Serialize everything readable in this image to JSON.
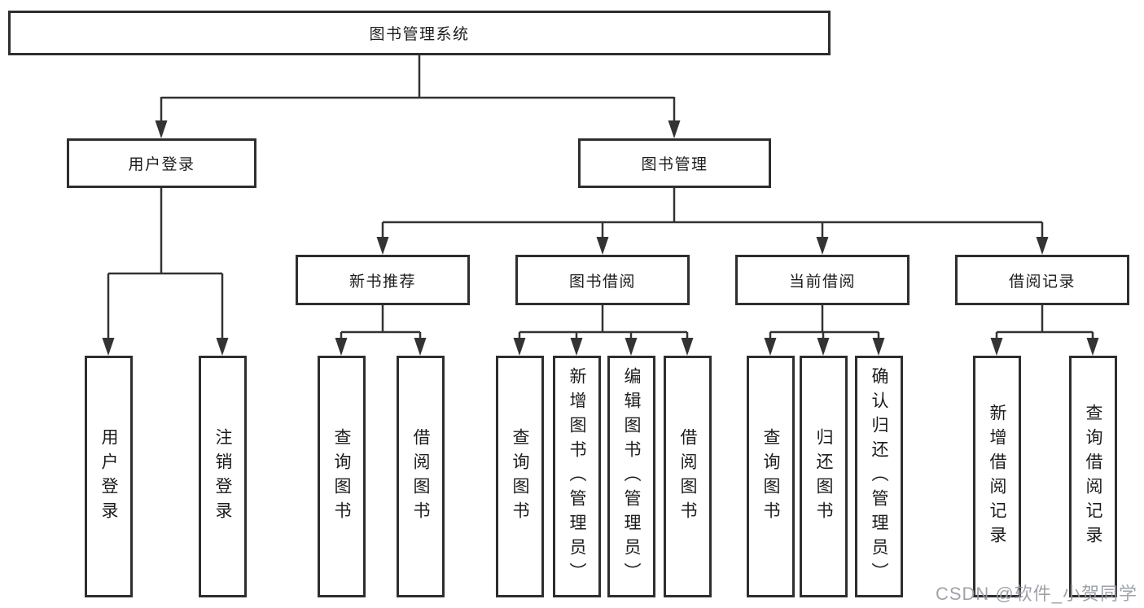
{
  "tree": {
    "label": "图书管理系统",
    "children": [
      {
        "label": "用户登录",
        "children": [
          {
            "label": "用户登录"
          },
          {
            "label": "注销登录"
          }
        ]
      },
      {
        "label": "图书管理",
        "children": [
          {
            "label": "新书推荐",
            "children": [
              {
                "label": "查询图书"
              },
              {
                "label": "借阅图书"
              }
            ]
          },
          {
            "label": "图书借阅",
            "children": [
              {
                "label": "查询图书"
              },
              {
                "label": "新增图书（管理员）"
              },
              {
                "label": "编辑图书（管理员）"
              },
              {
                "label": "借阅图书"
              }
            ]
          },
          {
            "label": "当前借阅",
            "children": [
              {
                "label": "查询图书"
              },
              {
                "label": "归还图书"
              },
              {
                "label": "确认归还（管理员）"
              }
            ]
          },
          {
            "label": "借阅记录",
            "children": [
              {
                "label": "新增借阅记录"
              },
              {
                "label": "查询借阅记录"
              }
            ]
          }
        ]
      }
    ]
  },
  "watermark": "CSDN @软件_小贺同学",
  "colors": {
    "line": "#333333",
    "box_border": "#2e2e2e",
    "text": "#1c1c1c",
    "watermark": "#969ba2",
    "background": "#ffffff"
  }
}
